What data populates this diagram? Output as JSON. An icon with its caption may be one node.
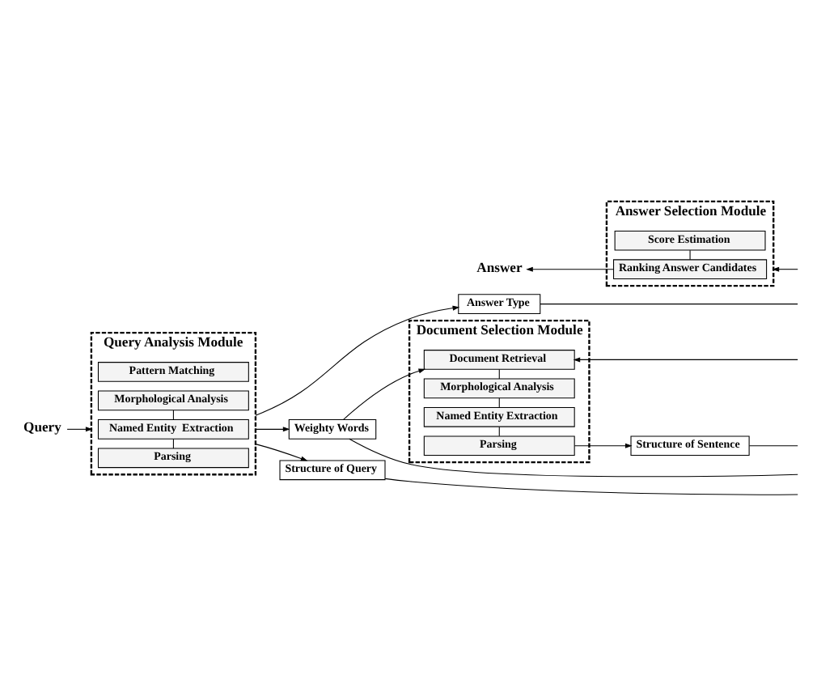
{
  "diagram": {
    "nodes": [
      {
        "text": [
          "Query"
        ]
      },
      {
        "text": [
          "Query Analysis Module"
        ]
      },
      {
        "text": [
          "Pattern Matching"
        ],
        "in": 1
      },
      {
        "text": [
          "Morphological Analysis"
        ],
        "in": 1
      },
      {
        "text": [
          "Named Entity  Extraction"
        ],
        "in": 1
      },
      {
        "text": [
          "Parsing"
        ],
        "in": 1
      },
      {
        "text": [
          "Document Selection Module"
        ]
      },
      {
        "text": [
          "Document Retrieval"
        ],
        "in": 6
      },
      {
        "text": [
          "Morphological Analysis"
        ],
        "in": 6
      },
      {
        "text": [
          "Named Entity Extraction"
        ],
        "in": 6
      },
      {
        "text": [
          "Parsing"
        ],
        "in": 6
      },
      {
        "text": [
          "Answer Selection Module"
        ]
      },
      {
        "text": [
          "Score Estimation"
        ],
        "in": 11
      },
      {
        "text": [
          "Ranking Answer Candidates"
        ],
        "in": 11
      },
      {
        "text": [
          "Answer"
        ]
      },
      {
        "text": [
          "Answer Type"
        ]
      },
      {
        "text": [
          "Weighty Words"
        ]
      },
      {
        "text": [
          "Structure of Query"
        ]
      },
      {
        "text": [
          "Structure of Sentence"
        ]
      }
    ],
    "edges": [
      {
        "from": 0,
        "to": 1,
        "arrow": "to"
      },
      {
        "from": 1,
        "to": 15,
        "arrow": "to"
      },
      {
        "from": 1,
        "to": 16,
        "arrow": "to"
      },
      {
        "from": 1,
        "to": 17,
        "arrow": "to"
      },
      {
        "from": 3,
        "to": 4,
        "arrow": "none"
      },
      {
        "from": 4,
        "to": 5,
        "arrow": "none"
      },
      {
        "from": 16,
        "to": 7,
        "arrow": "to"
      },
      {
        "from": null,
        "to": 7,
        "arrow": "to"
      },
      {
        "from": 7,
        "to": 8,
        "arrow": "none"
      },
      {
        "from": 8,
        "to": 9,
        "arrow": "none"
      },
      {
        "from": 9,
        "to": 10,
        "arrow": "none"
      },
      {
        "from": 10,
        "to": 18,
        "arrow": "to"
      },
      {
        "from": 15,
        "to": null,
        "arrow": "none"
      },
      {
        "from": 16,
        "to": null,
        "arrow": "none"
      },
      {
        "from": 17,
        "to": null,
        "arrow": "none"
      },
      {
        "from": 18,
        "to": null,
        "arrow": "none"
      },
      {
        "from": 12,
        "to": 13,
        "arrow": "none"
      },
      {
        "from": null,
        "to": 11,
        "arrow": "to"
      },
      {
        "from": 11,
        "to": 14,
        "arrow": "to"
      }
    ]
  }
}
